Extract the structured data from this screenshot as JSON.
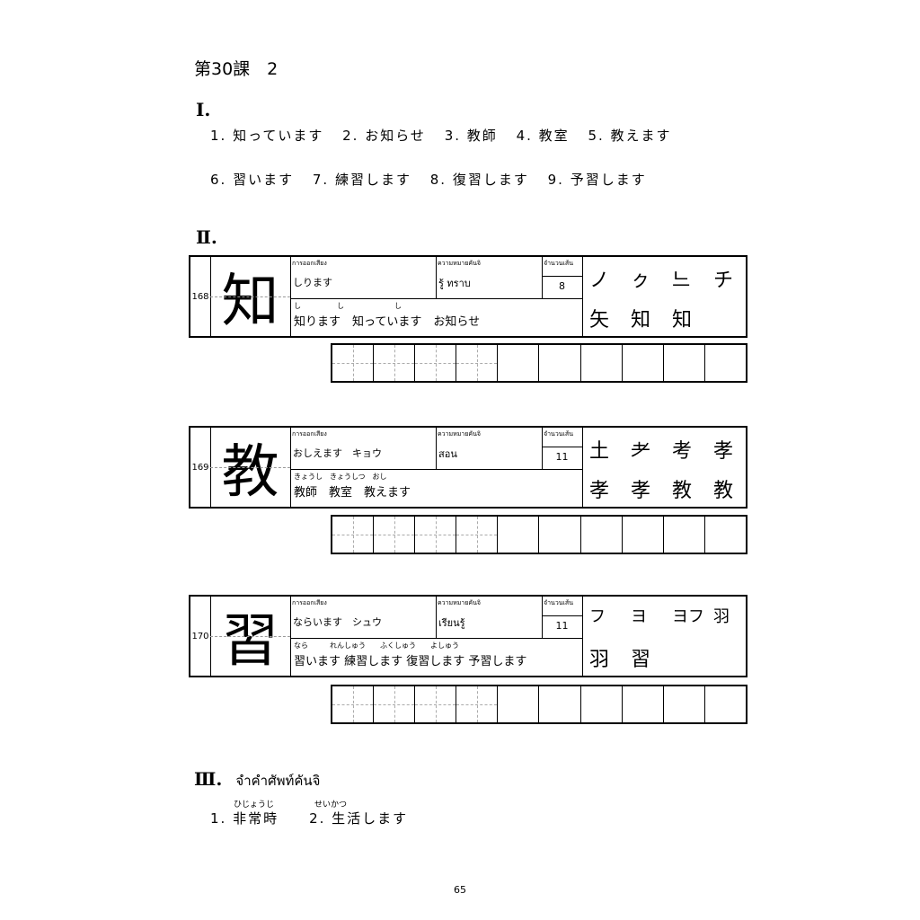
{
  "title": "第30課　2",
  "section1": {
    "heading": "Ⅰ.",
    "line1": [
      "1. 知っています",
      "2. お知らせ",
      "3. 教師",
      "4. 教室",
      "5. 教えます"
    ],
    "line2": [
      "6. 習います",
      "7. 練習します",
      "8. 復習します",
      "9. 予習します"
    ]
  },
  "section2": {
    "heading": "Ⅱ.",
    "cards": [
      {
        "number": "168",
        "kanji": "知",
        "reading_header": "การออกเสียง",
        "reading": "しります",
        "meaning_header": "ความหมายคันจิ",
        "meaning": "รู้ ทราบ",
        "strokes_header": "จำนวนเส้น",
        "strokes": "8",
        "ruby": "し　　　　　し　　　　　　　し",
        "words": "知ります　知っています　お知らせ",
        "order": [
          "ノ",
          "ㇰ",
          "느",
          "チ",
          "矢",
          "知",
          "知"
        ]
      },
      {
        "number": "169",
        "kanji": "教",
        "reading_header": "การออกเสียง",
        "reading": "おしえます　キョウ",
        "meaning_header": "ความหมายคันจิ",
        "meaning": "สอน",
        "strokes_header": "จำนวนเส้น",
        "strokes": "11",
        "ruby": "きょうし　きょうしつ　おし",
        "words": "教師　教室　教えます",
        "order": [
          "土",
          "耂",
          "考",
          "孝",
          "孝",
          "孝",
          "教",
          "教"
        ]
      },
      {
        "number": "170",
        "kanji": "習",
        "reading_header": "การออกเสียง",
        "reading": "ならいます　シュウ",
        "meaning_header": "ความหมายคันจิ",
        "meaning": "เรียนรู้",
        "strokes_header": "จำนวนเส้น",
        "strokes": "11",
        "ruby": "なら　　　れんしゅう　　ふくしゅう　　よしゅう",
        "words": "習います 練習します 復習します 予習します",
        "order": [
          "フ",
          "ヨ",
          "ヨフ",
          "羽",
          "羽",
          "習"
        ]
      }
    ]
  },
  "section3": {
    "heading": "Ⅲ.",
    "subtitle": "จำคำศัพท์คันจิ",
    "ruby": "ひじょうじ　　　　　せいかつ",
    "line": "1. 非常時　　2. 生活します"
  },
  "page_number": "65"
}
